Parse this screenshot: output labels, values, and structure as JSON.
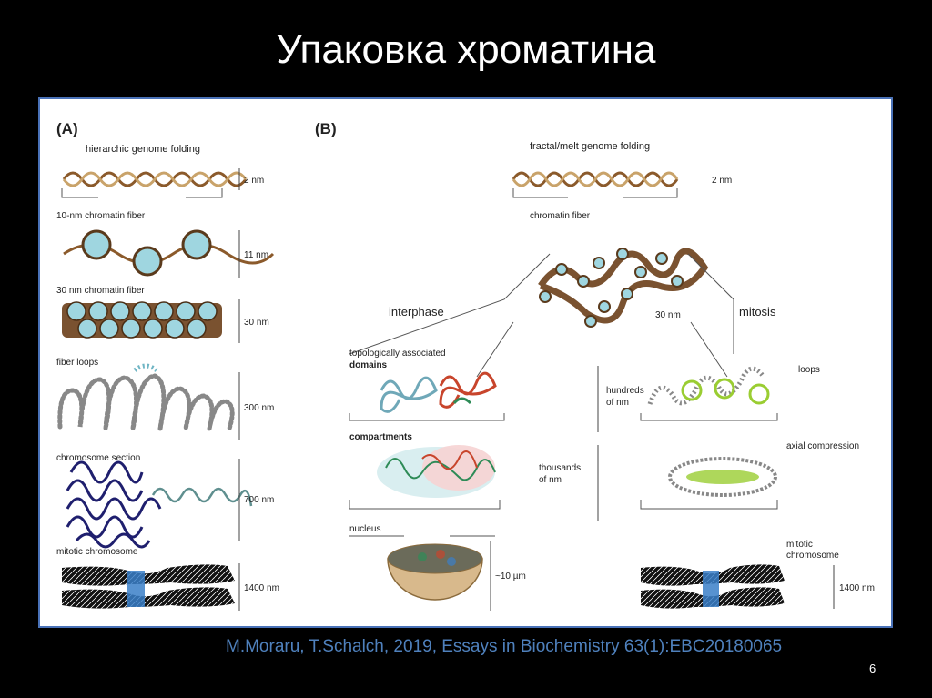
{
  "title": "Упаковка хроматина",
  "citation": "M.Moraru, T.Schalch, 2019, Essays in Biochemistry 63(1):EBC20180065",
  "page_number": "6",
  "panel_a": {
    "label": "(A)",
    "heading": "hierarchic genome folding",
    "stages": [
      {
        "caption": "",
        "size": "2 nm"
      },
      {
        "caption": "10-nm chromatin fiber",
        "size": "11 nm"
      },
      {
        "caption": "30 nm chromatin fiber",
        "size": "30 nm"
      },
      {
        "caption": "fiber loops",
        "size": "300 nm"
      },
      {
        "caption": "chromosome section",
        "size": "700 nm"
      },
      {
        "caption": "mitotic chromosome",
        "size": "1400 nm"
      }
    ]
  },
  "panel_b": {
    "label": "(B)",
    "heading": "fractal/melt genome folding",
    "dna_size": "2 nm",
    "fiber_caption": "chromatin fiber",
    "fiber_size": "30 nm",
    "interphase": "interphase",
    "mitosis": "mitosis",
    "tad_line1": "topologically associated",
    "tad_line2": "domains",
    "compartments": "compartments",
    "nucleus": "nucleus",
    "hundreds_line1": "hundreds",
    "hundreds_line2": "of nm",
    "thousands_line1": "thousands",
    "thousands_line2": "of nm",
    "micro": "~10 µm",
    "loops": "loops",
    "axial": "axial compression",
    "mitotic_line1": "mitotic",
    "mitotic_line2": "chromosome",
    "mitotic_size": "1400 nm"
  },
  "colors": {
    "frame": "#4a72b8",
    "citation": "#4f81bd",
    "dna": "#8b5a2b",
    "nucleosome": "#9fd6e0",
    "bead": "#bfbfbf",
    "chromosome": "#111111",
    "centromere": "#3a7fc8",
    "loop_ring": "#9acd32"
  }
}
